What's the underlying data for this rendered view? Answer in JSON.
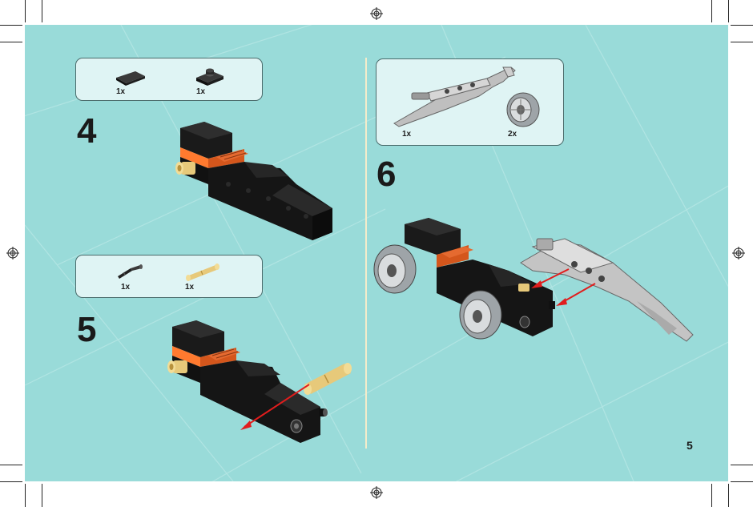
{
  "steps": [
    {
      "number": "4",
      "parts": [
        {
          "qty": "1x",
          "icon": "black-tile-2x1-icon"
        },
        {
          "qty": "1x",
          "icon": "black-plate-with-stud-icon"
        }
      ]
    },
    {
      "number": "5",
      "parts": [
        {
          "qty": "1x",
          "icon": "black-axle-pin-icon"
        },
        {
          "qty": "1x",
          "icon": "tan-axle-pin-icon"
        }
      ]
    },
    {
      "number": "6",
      "parts": [
        {
          "qty": "1x",
          "icon": "gray-fork-arm-icon"
        },
        {
          "qty": "2x",
          "icon": "gray-wheel-icon"
        }
      ]
    }
  ],
  "page_number": "5",
  "colors": {
    "background": "#99dbd9",
    "box": "#dff4f4",
    "arrow": "#e11d1d",
    "brick": "#111111",
    "accent": "#d4561c"
  }
}
